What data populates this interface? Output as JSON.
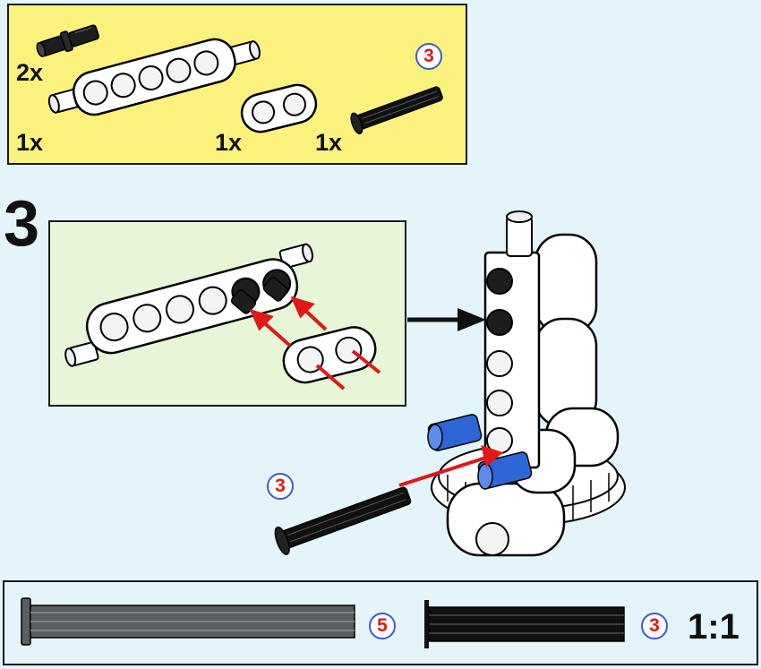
{
  "parts_list": {
    "items": [
      {
        "quantity": "2x",
        "part": "black-friction-pin"
      },
      {
        "quantity": "1x",
        "part": "white-beam-7"
      },
      {
        "quantity": "1x",
        "part": "white-beam-2"
      },
      {
        "quantity": "1x",
        "part": "black-axle-3-with-stop"
      }
    ],
    "axle_length_badge": "3"
  },
  "step": {
    "number": "3",
    "axle_length_badge": "3"
  },
  "length_reference": {
    "long_axle_badge": "5",
    "short_axle_badge": "3",
    "scale_label": "1:1"
  },
  "colors": {
    "parts_background": "#fbf27e",
    "submodel_background": "#e8f6d8",
    "page_background": "#e4f4fb",
    "arrow_red": "#e01818",
    "badge_ring": "#3b5bd6",
    "pin_blue": "#2e66d8"
  }
}
